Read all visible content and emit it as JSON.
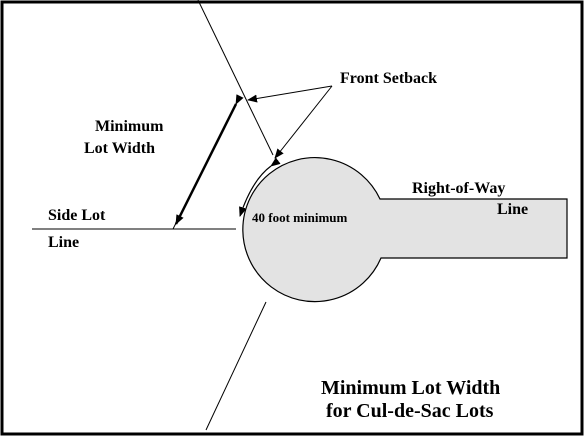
{
  "labels": {
    "front_setback": "Front Setback",
    "min_lot_width_line1": "Minimum",
    "min_lot_width_line2": "Lot Width",
    "side_lot_line_line1": "Side Lot",
    "side_lot_line_line2": "Line",
    "right_of_way_line1": "Right-of-Way",
    "right_of_way_line2": "Line",
    "forty_foot_minimum": "40 foot minimum",
    "title_line1": "Minimum Lot Width",
    "title_line2": "for Cul-de-Sac Lots"
  },
  "colors": {
    "cul_de_sac_fill": "#e3e3e3",
    "stroke": "#000000",
    "background": "#ffffff"
  }
}
